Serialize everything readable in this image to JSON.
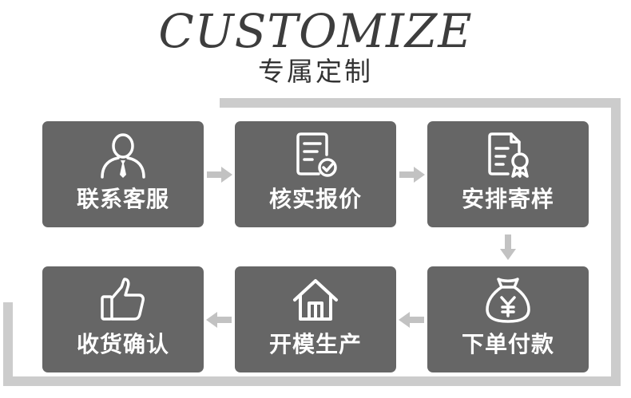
{
  "header": {
    "title": "CUSTOMIZE",
    "subtitle": "专属定制"
  },
  "colors": {
    "card": "#666666",
    "frame": "#cccccc",
    "arrow": "#c2c2c2",
    "text": "#ffffff"
  },
  "steps": [
    {
      "label": "联系客服",
      "icon": "customer-service-icon"
    },
    {
      "label": "核实报价",
      "icon": "checklist-icon"
    },
    {
      "label": "安排寄样",
      "icon": "certificate-icon"
    },
    {
      "label": "下单付款",
      "icon": "money-bag-icon"
    },
    {
      "label": "开模生产",
      "icon": "house-icon"
    },
    {
      "label": "收货确认",
      "icon": "thumbs-up-icon"
    }
  ]
}
